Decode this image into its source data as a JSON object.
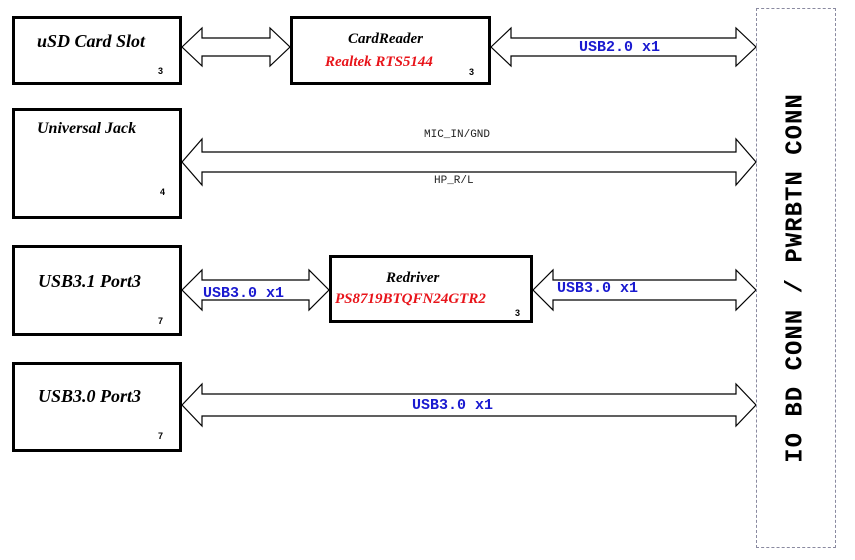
{
  "connector": {
    "label": "IO BD CONN / PWRBTN CONN"
  },
  "usd": {
    "title": "uSD Card Slot",
    "page": "3"
  },
  "cardreader": {
    "title": "CardReader",
    "part": "Realtek RTS5144",
    "page": "3"
  },
  "jack": {
    "title": "Universal Jack",
    "page": "4"
  },
  "usb31": {
    "title": "USB3.1 Port3",
    "page": "7"
  },
  "redriver": {
    "title": "Redriver",
    "part": "PS8719BTQFN24GTR2",
    "page": "3"
  },
  "usb30": {
    "title": "USB3.0 Port3",
    "page": "7"
  },
  "buses": {
    "usb2": "USB2.0 x1",
    "mic": "MIC_IN/GND",
    "hp": "HP_R/L",
    "usb3_left": "USB3.0 x1",
    "usb3_right": "USB3.0 x1",
    "usb3_port": "USB3.0 x1"
  },
  "colors": {
    "part_number": "#e8141a",
    "bus_label": "#1a1ad0",
    "jack_ring": "#f07f1a"
  }
}
